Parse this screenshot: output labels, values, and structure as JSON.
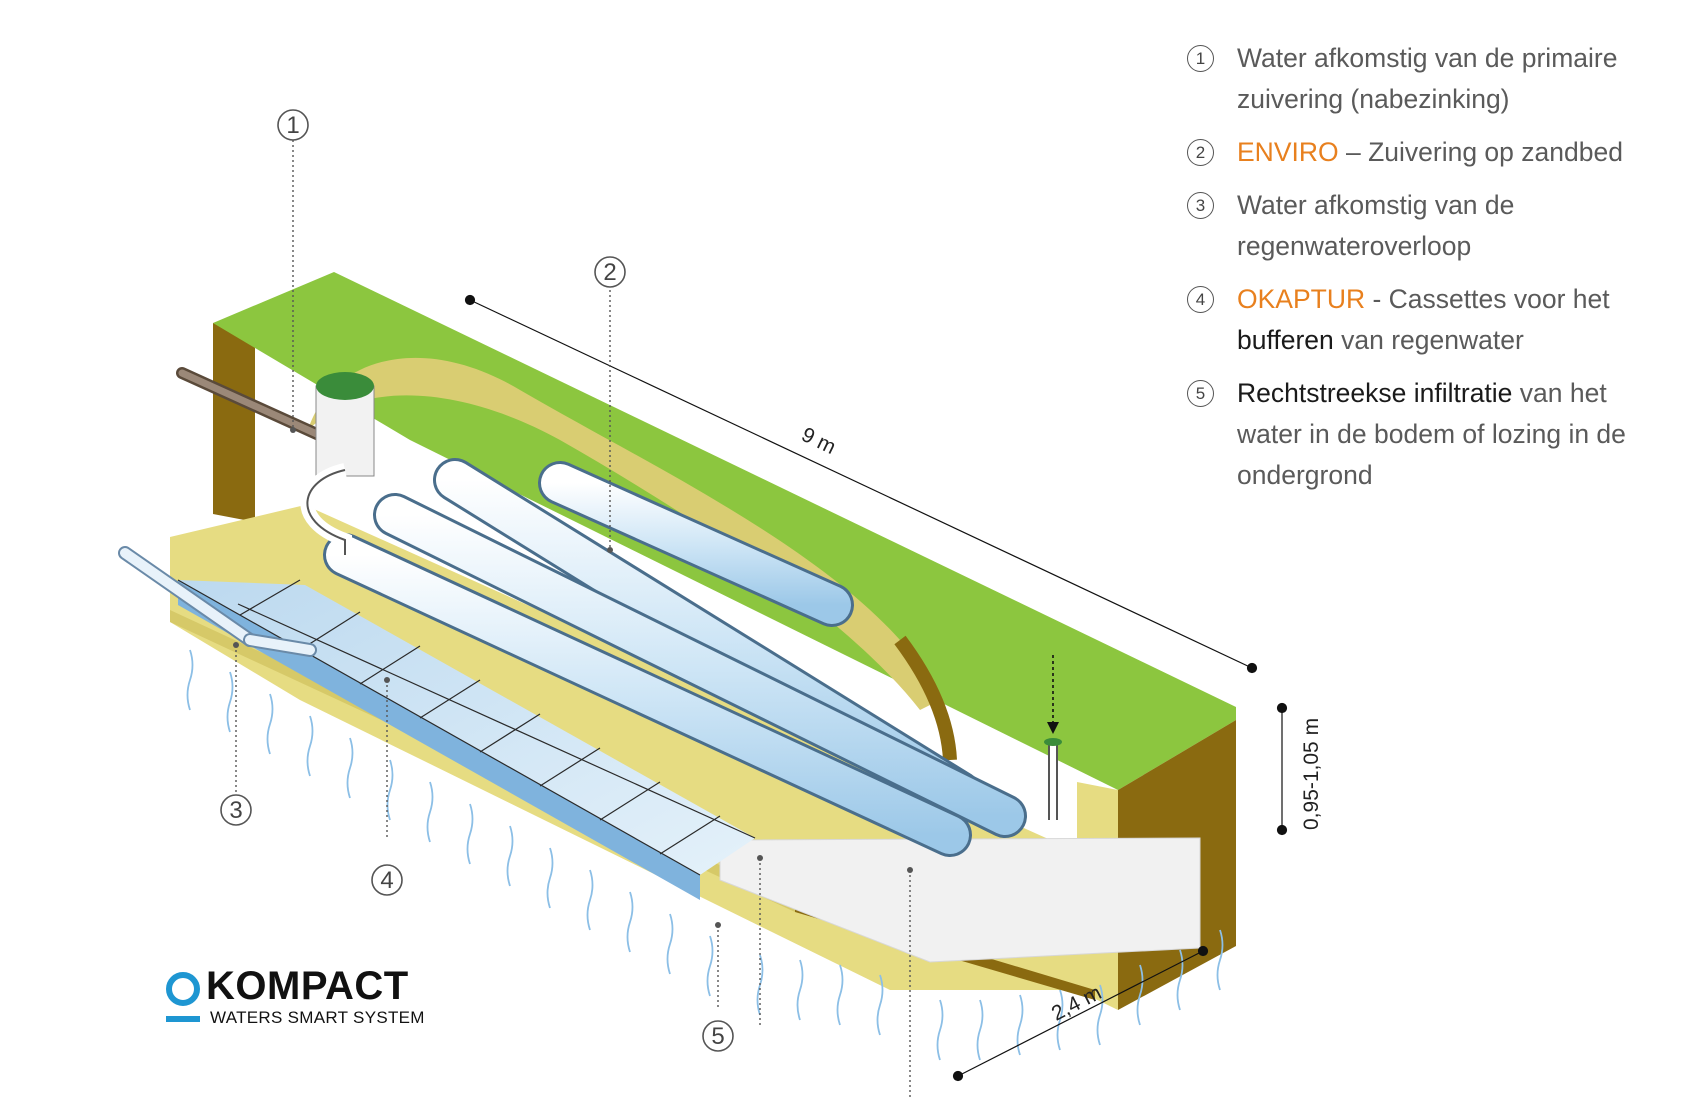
{
  "colors": {
    "grass": "#8cc63f",
    "soil_dark": "#8a6a10",
    "sand": "#e6dc82",
    "water": "#cfe5f5",
    "brand_orange": "#e8801e",
    "logo_blue": "#1e96d2"
  },
  "callouts": [
    "1",
    "2",
    "3",
    "4",
    "5"
  ],
  "dimensions": {
    "length": "9 m",
    "width": "2,4 m",
    "depth": "0,95-1,05 m"
  },
  "legend": [
    {
      "num": "1",
      "text": "Water afkomstig van de primaire zuivering (nabezinking)"
    },
    {
      "num": "2",
      "brand": "ENVIRO",
      "text": " – Zuivering op zandbed"
    },
    {
      "num": "3",
      "text": "Water afkomstig van de regenwateroverloop"
    },
    {
      "num": "4",
      "brand": "OKAPTUR",
      "text": " - Cassettes voor het ",
      "strong": "bufferen",
      "text2": " van regenwater"
    },
    {
      "num": "5",
      "strong": "Rechtstreekse infiltratie",
      "text": " van het water in de bodem of lozing in de ondergrond"
    }
  ],
  "logo": {
    "name": "KOMPACT",
    "tagline": "WATERS SMART SYSTEM"
  }
}
